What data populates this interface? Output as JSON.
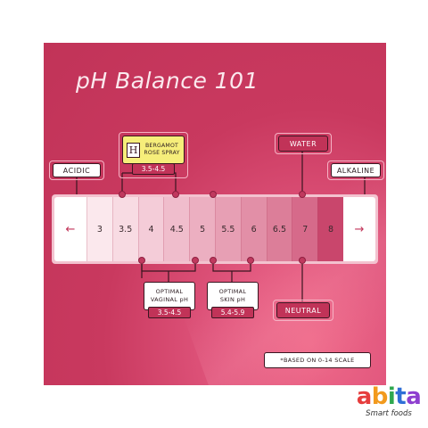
{
  "diagram": {
    "title": "pH Balance 101",
    "left_arrow": "←",
    "right_arrow": "→",
    "scale_values": [
      "3",
      "3.5",
      "4",
      "4.5",
      "5",
      "5.5",
      "6",
      "6.5",
      "7",
      "8"
    ],
    "acidic_label": "ACIDIC",
    "alkaline_label": "ALKALINE",
    "water_label": "WATER",
    "neutral_label": "NEUTRAL",
    "product": {
      "badge": "H",
      "line1": "BERGAMOT",
      "line2": "ROSE SPRAY",
      "range": "3.5-4.5"
    },
    "vaginal": {
      "line1": "OPTIMAL",
      "line2": "VAGINAL pH",
      "range": "3.5-4.5"
    },
    "skin": {
      "line1": "OPTIMAL",
      "line2": "SKIN pH",
      "range": "5.4-5.9"
    },
    "footnote": "*BASED ON 0-14 SCALE"
  },
  "logo": {
    "letters": [
      "a",
      "b",
      "i",
      "t",
      "a"
    ],
    "colors": [
      "#e63d3d",
      "#f29a1e",
      "#2fa84f",
      "#2f6fd6",
      "#8e3fcf"
    ],
    "tagline": "Smart foods"
  },
  "colors": {
    "background": "#c13358",
    "accent_pink": "#f3c2cf",
    "yellow": "#f6ee7a"
  }
}
